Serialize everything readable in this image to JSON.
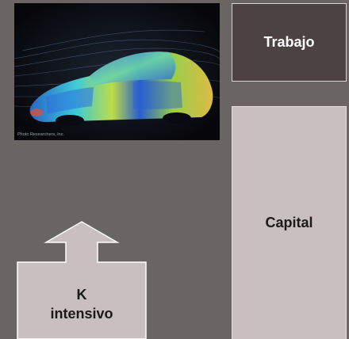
{
  "photo": {
    "credit": "Photo Researchers, Inc.",
    "icon": "car-airflow-thermal-image"
  },
  "boxes": {
    "trabajo": "Trabajo",
    "capital": "Capital"
  },
  "callout": {
    "line1": "K",
    "line2": "intensivo"
  },
  "colors": {
    "background": "#6a6462",
    "trabajo_fill": "#4c4241",
    "capital_fill": "#c9bfbe",
    "callout_fill": "#c9bfbe"
  }
}
